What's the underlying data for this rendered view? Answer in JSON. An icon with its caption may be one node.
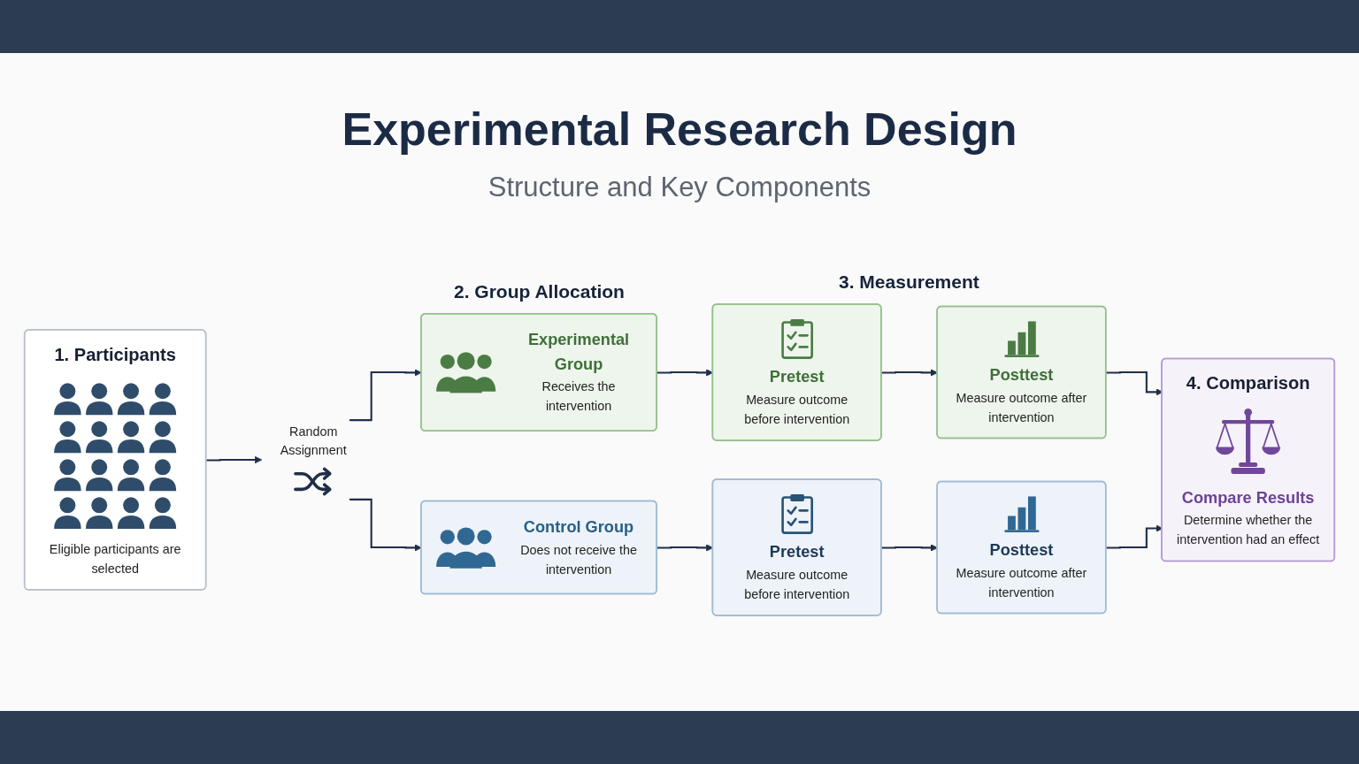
{
  "diagram": {
    "title": "Experimental Research Design",
    "nodes": [
      {
        "text": [
          "1. Participants",
          "Eligible participants are selected"
        ]
      },
      {
        "text": [
          "Random Assignment"
        ]
      },
      {
        "text": [
          "Experimental Group",
          "Receives the intervention"
        ]
      },
      {
        "text": [
          "Pretest",
          "Measure outcome before intervention"
        ]
      },
      {
        "text": [
          "Posttest",
          "Measure outcome after intervention"
        ]
      },
      {
        "text": [
          "Control Group",
          "Does not receive the intervention"
        ]
      },
      {
        "text": [
          "Pretest",
          "Measure outcome before intervention"
        ]
      },
      {
        "text": [
          "Posttest",
          "Measure outcome after intervention"
        ]
      },
      {
        "text": [
          "4. Comparison",
          "Compare Results",
          "Determine whether the intervention had an effect"
        ]
      }
    ],
    "edges": [
      {
        "from": 0,
        "to": 1,
        "arrow": "to"
      },
      {
        "from": 1,
        "to": 2,
        "arrow": "to"
      },
      {
        "from": 1,
        "to": 5,
        "arrow": "to"
      },
      {
        "from": 2,
        "to": 3,
        "arrow": "to"
      },
      {
        "from": 3,
        "to": 4,
        "arrow": "to"
      },
      {
        "from": 5,
        "to": 6,
        "arrow": "to"
      },
      {
        "from": 6,
        "to": 7,
        "arrow": "to"
      },
      {
        "from": 4,
        "to": 8,
        "arrow": "to"
      },
      {
        "from": 7,
        "to": 8,
        "arrow": "to"
      }
    ],
    "labels": [
      "Structure and Key Components",
      "2. Group Allocation",
      "3. Measurement"
    ]
  }
}
